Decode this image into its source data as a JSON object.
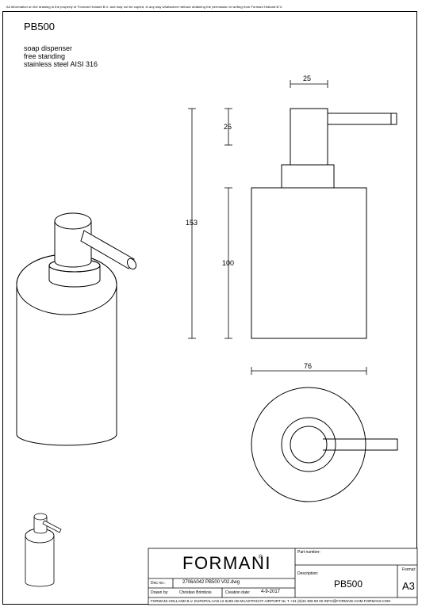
{
  "notice": "All information on the drawing is the property of Formani Holland B.V. and may not be copied, in any way whatsoever without obtaining the permission in writing from Formani Holland B.V.",
  "product": {
    "code": "PB500",
    "description": [
      "soap dispenser",
      "free standing",
      "stainless steel AISI 316"
    ]
  },
  "dimensions": {
    "spout_width": "25",
    "cap_height": "25",
    "total_height": "153",
    "body_height": "100",
    "diameter": "76"
  },
  "title_block": {
    "brand": "FORMANI",
    "registered": "®",
    "part_number_label": "Part number:",
    "part_number": "",
    "description_label": "Description:",
    "description": "PB500",
    "format_label": "Format:",
    "format": "A3",
    "doc_no_label": "Doc no.:",
    "doc_no": "2706A042 PB500 V02.dwg",
    "drawn_by_label": "Drawn by:",
    "drawn_by": "Christian Brimbois",
    "creation_date_label": "Creation date:",
    "creation_date": "4-9-2017",
    "company_line": "FORMANI HOLLAND B.V.  EUROPALAAN 12  6199 AB MAASTRICHT-AIRPORT NL  T +31 (0)43 308 90 00  INFO@FORMANI.COM  FORMANI.COM"
  }
}
